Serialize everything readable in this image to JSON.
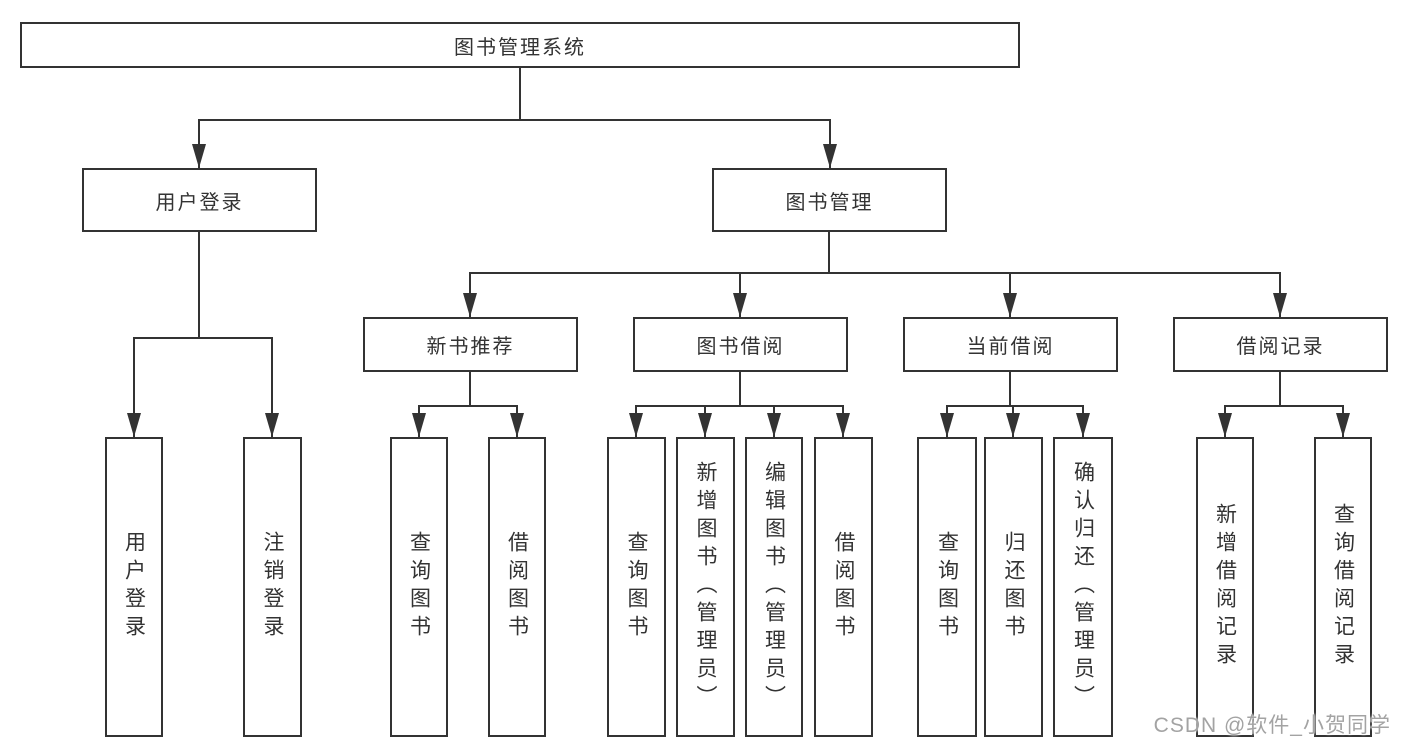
{
  "diagram": {
    "title": "图书管理系统",
    "nodes": {
      "root": {
        "label": "图书管理系统"
      },
      "user_login": {
        "label": "用户登录"
      },
      "book_mgmt": {
        "label": "图书管理"
      },
      "user_login_sub": {
        "label": "用户登录"
      },
      "logout": {
        "label": "注销登录"
      },
      "new_book_rec": {
        "label": "新书推荐"
      },
      "book_borrow": {
        "label": "图书借阅"
      },
      "current_borrow": {
        "label": "当前借阅"
      },
      "borrow_records": {
        "label": "借阅记录"
      },
      "nbr_query": {
        "label": "查询图书"
      },
      "nbr_borrow": {
        "label": "借阅图书"
      },
      "bb_query": {
        "label": "查询图书"
      },
      "bb_add": {
        "label": "新增图书（管理员）"
      },
      "bb_edit": {
        "label": "编辑图书（管理员）"
      },
      "bb_borrow": {
        "label": "借阅图书"
      },
      "cb_query": {
        "label": "查询图书"
      },
      "cb_return": {
        "label": "归还图书"
      },
      "cb_confirm": {
        "label": "确认归还（管理员）"
      },
      "br_add": {
        "label": "新增借阅记录"
      },
      "br_query": {
        "label": "查询借阅记录"
      }
    },
    "hierarchy": {
      "root": [
        "user_login",
        "book_mgmt"
      ],
      "user_login": [
        "user_login_sub",
        "logout"
      ],
      "book_mgmt": [
        "new_book_rec",
        "book_borrow",
        "current_borrow",
        "borrow_records"
      ],
      "new_book_rec": [
        "nbr_query",
        "nbr_borrow"
      ],
      "book_borrow": [
        "bb_query",
        "bb_add",
        "bb_edit",
        "bb_borrow"
      ],
      "current_borrow": [
        "cb_query",
        "cb_return",
        "cb_confirm"
      ],
      "borrow_records": [
        "br_add",
        "br_query"
      ]
    }
  },
  "watermark": {
    "text": "CSDN @软件_小贺同学"
  },
  "colors": {
    "line": "#333333",
    "box_border": "#333333",
    "text": "#333333",
    "background": "#ffffff",
    "watermark": "#a3a3a3"
  }
}
